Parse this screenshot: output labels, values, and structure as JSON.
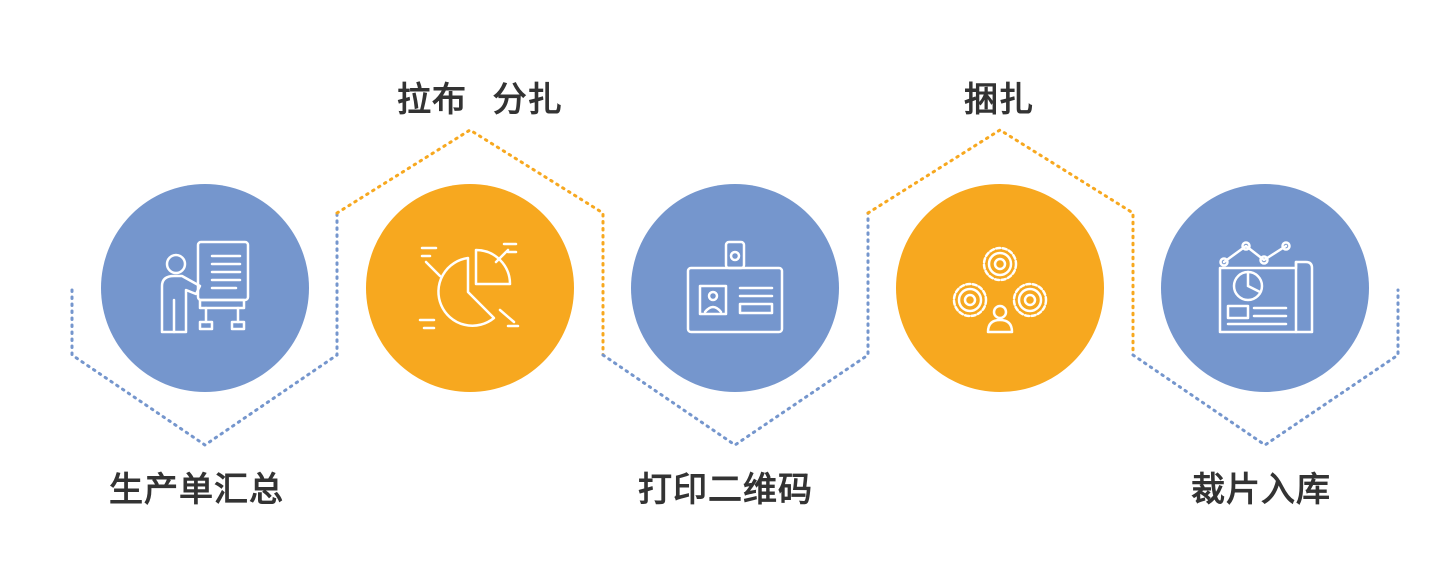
{
  "colors": {
    "blue": "#7596cd",
    "orange": "#f7a81f",
    "icon_stroke": "#ffffff",
    "text": "#333333"
  },
  "steps": [
    {
      "label": "生产单汇总",
      "color": "blue",
      "icon": "presentation-board-icon"
    },
    {
      "label": "拉布  分扎",
      "color": "orange",
      "icon": "pie-chart-icon"
    },
    {
      "label": "打印二维码",
      "color": "blue",
      "icon": "id-card-icon"
    },
    {
      "label": "捆扎",
      "color": "orange",
      "icon": "gears-person-icon"
    },
    {
      "label": "裁片入库",
      "color": "blue",
      "icon": "report-chart-icon"
    }
  ]
}
